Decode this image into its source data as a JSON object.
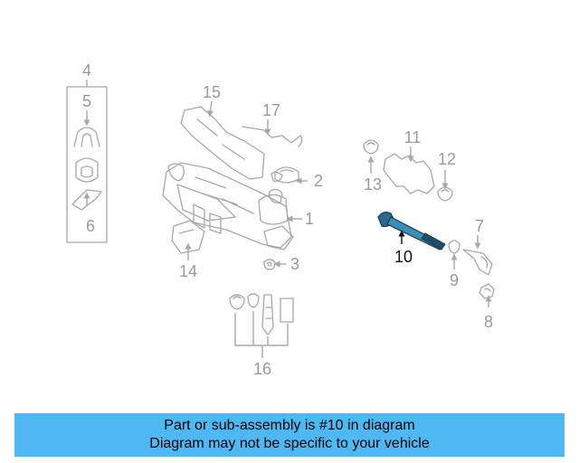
{
  "labels": {
    "n1": "1",
    "n2": "2",
    "n3": "3",
    "n4": "4",
    "n5": "5",
    "n6": "6",
    "n7": "7",
    "n8": "8",
    "n9": "9",
    "n10": "10",
    "n11": "11",
    "n12": "12",
    "n13": "13",
    "n14": "14",
    "n15": "15",
    "n16": "16",
    "n17": "17"
  },
  "highlight_part": "10",
  "colors": {
    "banner": "#4db8f2",
    "highlight_part": "#2a6a8a",
    "parts": "#a8a8a8"
  },
  "banner": {
    "line1": "Part or sub-assembly is #10 in diagram",
    "line2": "Diagram may not be specific to your vehicle"
  }
}
